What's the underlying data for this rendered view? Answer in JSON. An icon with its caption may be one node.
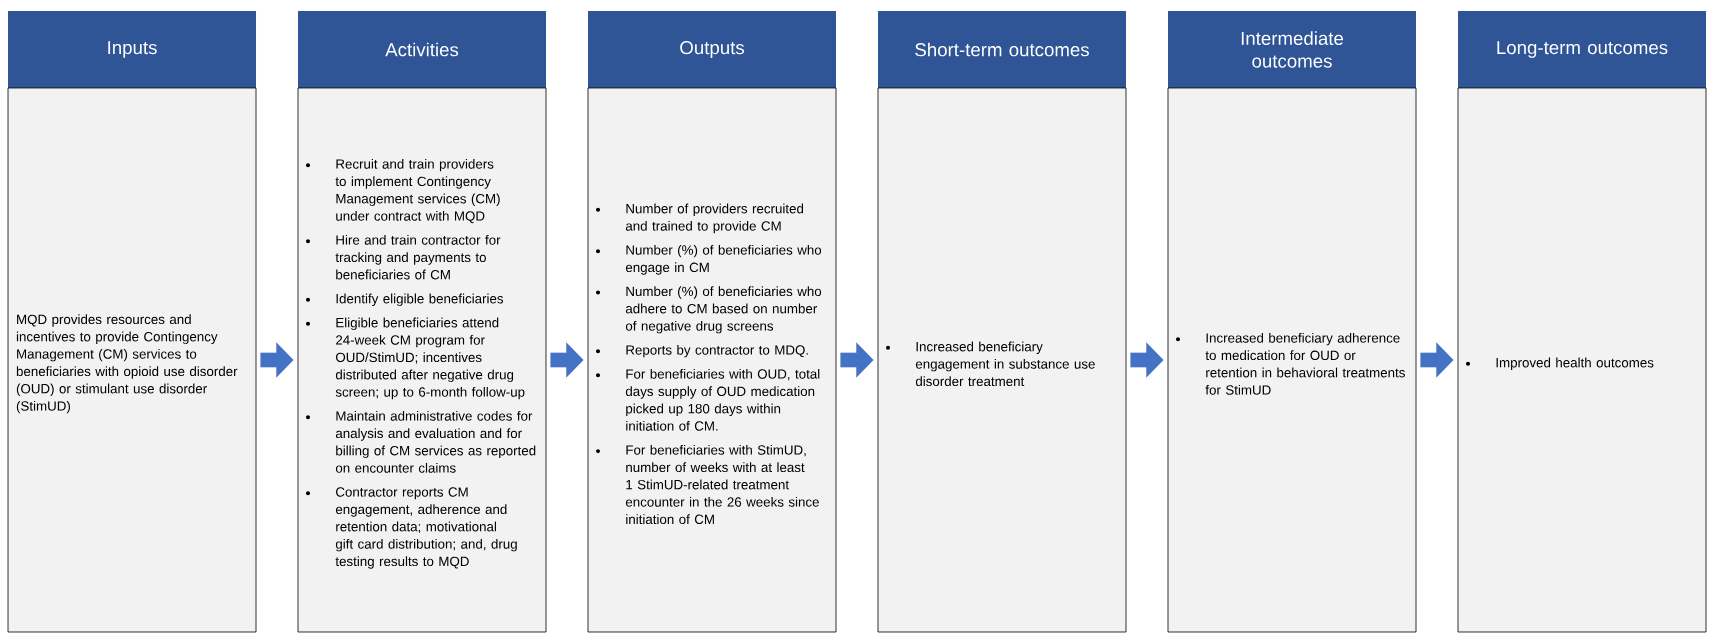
{
  "diagram": {
    "nodes": [
      {
        "text": [
          "Inputs"
        ]
      },
      {
        "text": [
          "MQD provides resources and incentives to provide Contingency Management (CM) services to beneficiaries with opioid use disorder (OUD) or stimulant use disorder (StimUD)"
        ]
      },
      {
        "text": [
          "Activities"
        ]
      },
      {
        "text": [
          "Recruit and train providers to implement Contingency Management services (CM) under contract with MQD",
          "Hire and train contractor for tracking and payments to beneficiaries of CM",
          "Identify eligible beneficiaries",
          "Eligible beneficiaries attend 24-week CM program for OUD/StimUD; incentives distributed after negative drug screen; up to 6-month follow-up",
          "Maintain administrative codes for analysis and evaluation and for billing of CM services as reported on encounter claims",
          "Contractor reports CM engagement, adherence and retention data; motivational gift card distribution; and, drug testing results to MQD"
        ]
      },
      {
        "text": [
          "Outputs"
        ]
      },
      {
        "text": [
          "Number of providers recruited and trained to provide CM",
          "Number (%) of beneficiaries who engage in CM",
          "Number (%) of beneficiaries who adhere to CM based on number of negative drug screens",
          "Reports by contractor to MDQ.",
          "For beneficiaries with OUD, total days supply of OUD medication picked up 180 days within initiation of CM.",
          "For beneficiaries with StimUD, number of weeks with at least 1 StimUD-related treatment encounter in the 26 weeks since initiation of CM"
        ]
      },
      {
        "text": [
          "Short-term outcomes"
        ]
      },
      {
        "text": [
          "Increased beneficiary engagement in substance use disorder treatment"
        ]
      },
      {
        "text": [
          "Intermediate outcomes"
        ]
      },
      {
        "text": [
          "Increased beneficiary adherence to medication for OUD or retention in behavioral treatments for StimUD"
        ]
      },
      {
        "text": [
          "Long-term outcomes"
        ]
      },
      {
        "text": [
          "Improved health outcomes"
        ]
      }
    ],
    "edges": [
      {
        "from": 1,
        "to": 3,
        "arrow": "to"
      },
      {
        "from": 3,
        "to": 5,
        "arrow": "to"
      },
      {
        "from": 5,
        "to": 7,
        "arrow": "to"
      },
      {
        "from": 7,
        "to": 9,
        "arrow": "to"
      },
      {
        "from": 9,
        "to": 11,
        "arrow": "to"
      }
    ]
  }
}
